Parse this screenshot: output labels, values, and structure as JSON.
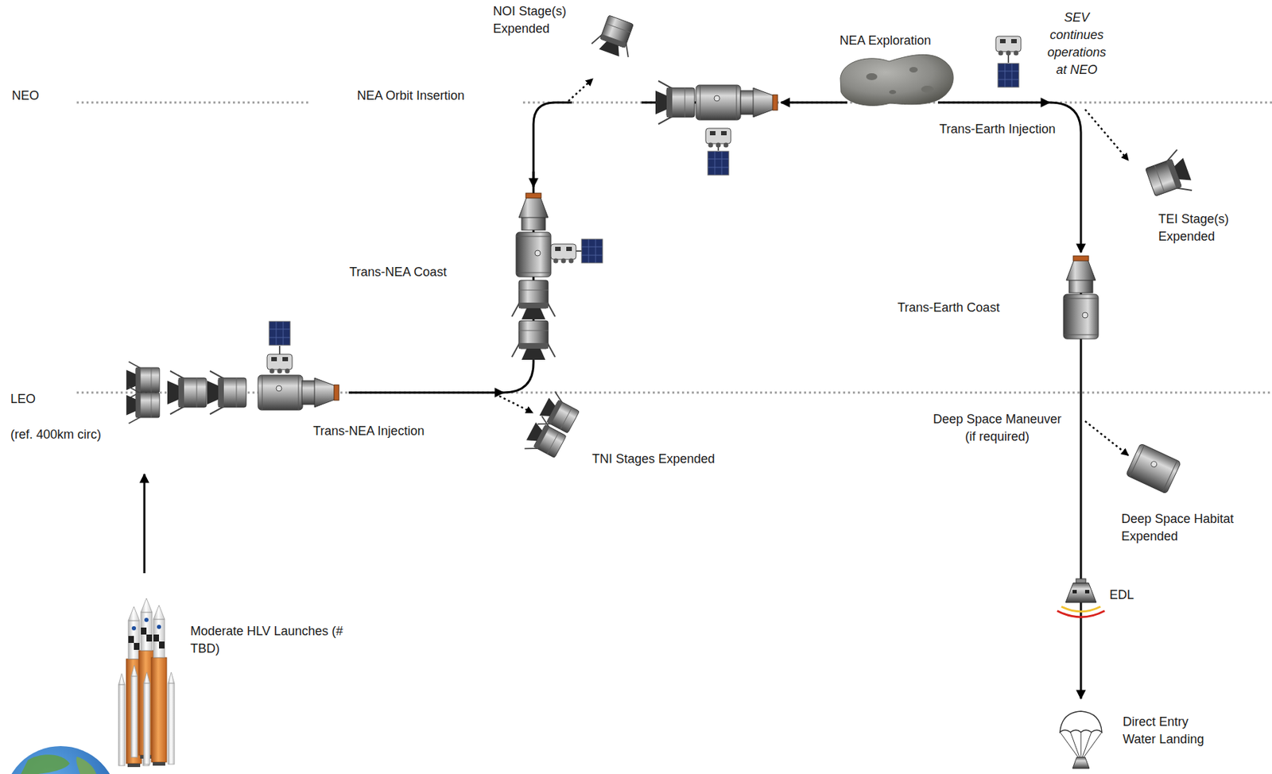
{
  "diagram": {
    "labels": [
      "NEO",
      "NEA Orbit Insertion",
      "NOI Stage(s) Expended",
      "NEA Exploration",
      "SEV continues operations at NEO",
      "Trans-Earth Injection",
      "Trans-NEA Coast",
      "TEI Stage(s) Expended",
      "Trans-Earth Coast",
      "LEO",
      "(ref. 400km circ)",
      "Trans-NEA Injection",
      "TNI Stages Expended",
      "Deep Space Maneuver (if required)",
      "Deep Space Habitat Expended",
      "EDL",
      "Moderate HLV Launches (# TBD)",
      "Direct Entry Water Landing"
    ]
  }
}
